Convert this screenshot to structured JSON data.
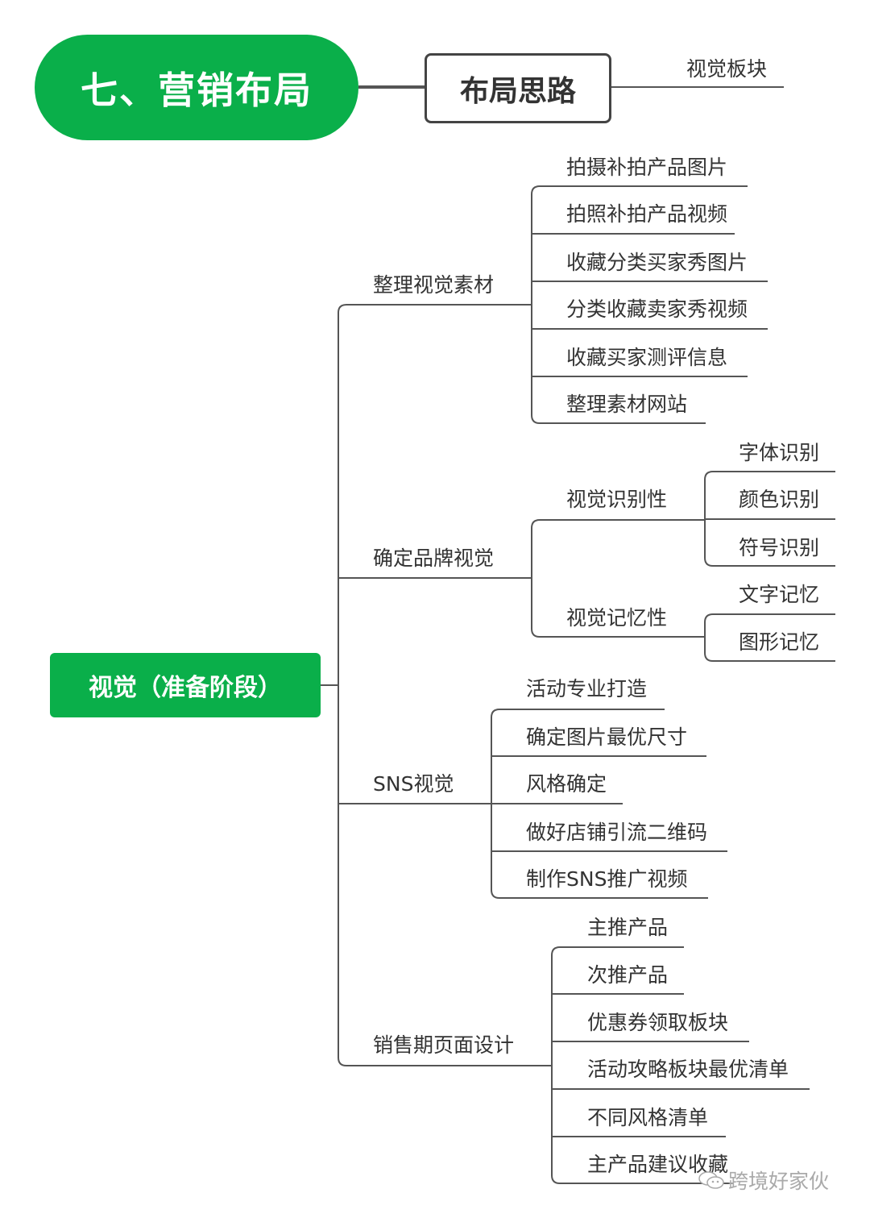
{
  "title": "七、营销布局",
  "idea_box": "布局思路",
  "idea_child": "视觉板块",
  "root": "视觉（准备阶段）",
  "branches": [
    {
      "label": "整理视觉素材",
      "children": [
        "拍摄补拍产品图片",
        "拍照补拍产品视频",
        "收藏分类买家秀图片",
        "分类收藏卖家秀视频",
        "收藏买家测评信息",
        "整理素材网站"
      ]
    },
    {
      "label": "确定品牌视觉",
      "groups": [
        {
          "label": "视觉识别性",
          "children": [
            "字体识别",
            "颜色识别",
            "符号识别"
          ]
        },
        {
          "label": "视觉记忆性",
          "children": [
            "文字记忆",
            "图形记忆"
          ]
        }
      ]
    },
    {
      "label": "SNS视觉",
      "children": [
        "活动专业打造",
        "确定图片最优尺寸",
        "风格确定",
        "做好店铺引流二维码",
        "制作SNS推广视频"
      ]
    },
    {
      "label": "销售期页面设计",
      "children": [
        "主推产品",
        "次推产品",
        "优惠券领取板块",
        "活动攻略板块最优清单",
        "不同风格清单",
        "主产品建议收藏"
      ]
    }
  ],
  "watermark": "跨境好家伙",
  "colors": {
    "green": "#0aaf4a",
    "line": "#555555",
    "text": "#333333"
  }
}
